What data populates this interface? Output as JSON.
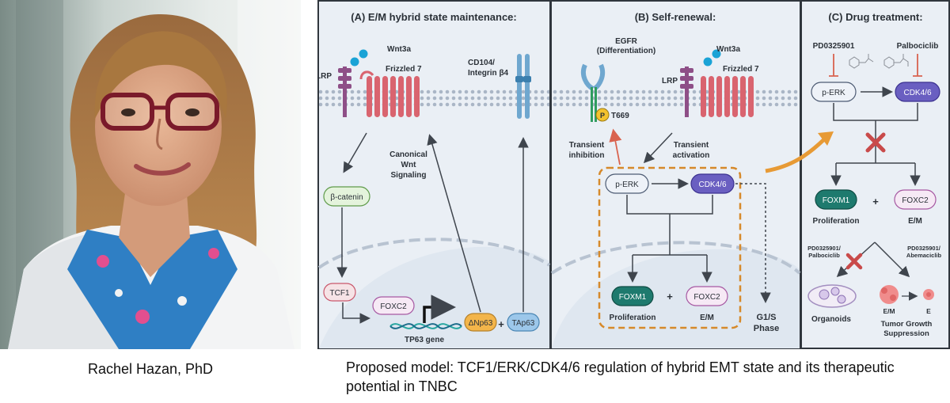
{
  "photo": {
    "caption": "Rachel Hazan, PhD"
  },
  "figure": {
    "caption": "Proposed model: TCF1/ERK/CDK4/6 regulation of hybrid  EMT state and its therapeutic potential in TNBC",
    "panel_a": {
      "title": "(A) E/M hybrid state maintenance:",
      "wnt3a": "Wnt3a",
      "lrp": "LRP",
      "frizzled": "Frizzled 7",
      "cd104_line1": "CD104/",
      "cd104_line2": "Integrin β4",
      "canonical_line1": "Canonical",
      "canonical_line2": "Wnt",
      "canonical_line3": "Signaling",
      "beta_catenin": "β-catenin",
      "tcf1": "TCF1",
      "foxc2": "FOXC2",
      "gene": "TP63 gene",
      "dnp63": "ΔNp63",
      "plus": "+",
      "tap63": "TAp63"
    },
    "panel_b": {
      "title": "(B) Self-renewal:",
      "egfr_line1": "EGFR",
      "egfr_line2": "(Differentiation)",
      "p_label": "P",
      "t669": "T669",
      "wnt3a": "Wnt3a",
      "lrp": "LRP",
      "frizzled": "Frizzled 7",
      "transient_inhib_line1": "Transient",
      "transient_inhib_line2": "inhibition",
      "transient_act_line1": "Transient",
      "transient_act_line2": "activation",
      "perk": "p-ERK",
      "cdk": "CDK4/6",
      "foxm1": "FOXM1",
      "plus": "+",
      "foxc2": "FOXC2",
      "proliferation": "Proliferation",
      "em": "E/M",
      "g1s_line1": "G1/S",
      "g1s_line2": "Phase"
    },
    "panel_c": {
      "title": "(C) Drug treatment:",
      "drug1": "PD0325901",
      "drug2": "Palbociclib",
      "perk": "p-ERK",
      "cdk": "CDK4/6",
      "foxm1": "FOXM1",
      "plus": "+",
      "foxc2": "FOXC2",
      "proliferation": "Proliferation",
      "em": "E/M",
      "combo1_line1": "PD0325901/",
      "combo1_line2": "Palbociclib",
      "combo2_line1": "PD0325901/",
      "combo2_line2": "Abemaciclib",
      "organoids": "Organoids",
      "em_small": "E/M",
      "e_small": "E",
      "tumor_line1": "Tumor Growth",
      "tumor_line2": "Suppression"
    },
    "colors": {
      "panel_bg": "#e9eef4",
      "membrane": "#a7b4c6",
      "receptor": "#d9646f",
      "lrp": "#8e4f87",
      "wnt_ball": "#1aa3d6",
      "integrin": "#6fa7cf",
      "perk_fill": "#eef2f8",
      "cdk_fill": "#6a5fc1",
      "foxm1_fill": "#1e7a6e",
      "foxc2_fill": "#f6e9f5",
      "tcf_fill": "#f6e3e6",
      "beta_fill": "#e4f3dc",
      "dnp63_fill": "#f3b54a",
      "tap63_fill": "#9cc7ea",
      "orange_box": "#d6892a",
      "red_x": "#c94a4a",
      "red_arrow": "#d9634f"
    }
  }
}
